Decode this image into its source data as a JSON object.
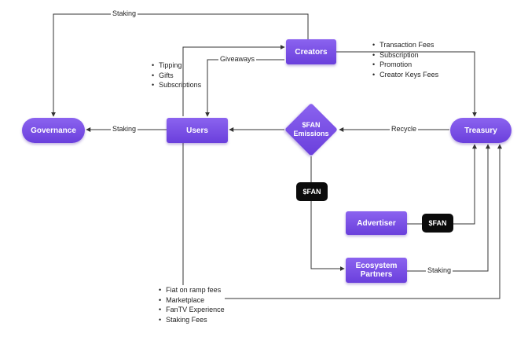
{
  "nodes": {
    "creators": "Creators",
    "governance": "Governance",
    "users": "Users",
    "emissions_line1": "$FAN",
    "emissions_line2": "Emissions",
    "treasury": "Treasury",
    "advertiser": "Advertiser",
    "ecosystem_line1": "Ecosystem",
    "ecosystem_line2": "Partners"
  },
  "tokens": {
    "fan_token_emissions": "$FAN",
    "fan_token_advertiser": "$FAN"
  },
  "edge_labels": {
    "staking_top": "Staking",
    "giveaways": "Giveaways",
    "staking_left": "Staking",
    "recycle": "Recycle",
    "staking_partners": "Staking"
  },
  "lists": {
    "user_to_creator": [
      "Tipping",
      "Gifts",
      "Subscriptions"
    ],
    "creator_to_treasury": [
      "Transaction Fees",
      "Subscription",
      "Promotion",
      "Creator Keys Fees"
    ],
    "users_to_treasury": [
      "Fiat on ramp fees",
      "Marketplace",
      "FanTV Experience",
      "Staking Fees"
    ]
  },
  "colors": {
    "node_fill": "#7048e8",
    "token_fill": "#0b0b0b",
    "connector": "#333333"
  }
}
